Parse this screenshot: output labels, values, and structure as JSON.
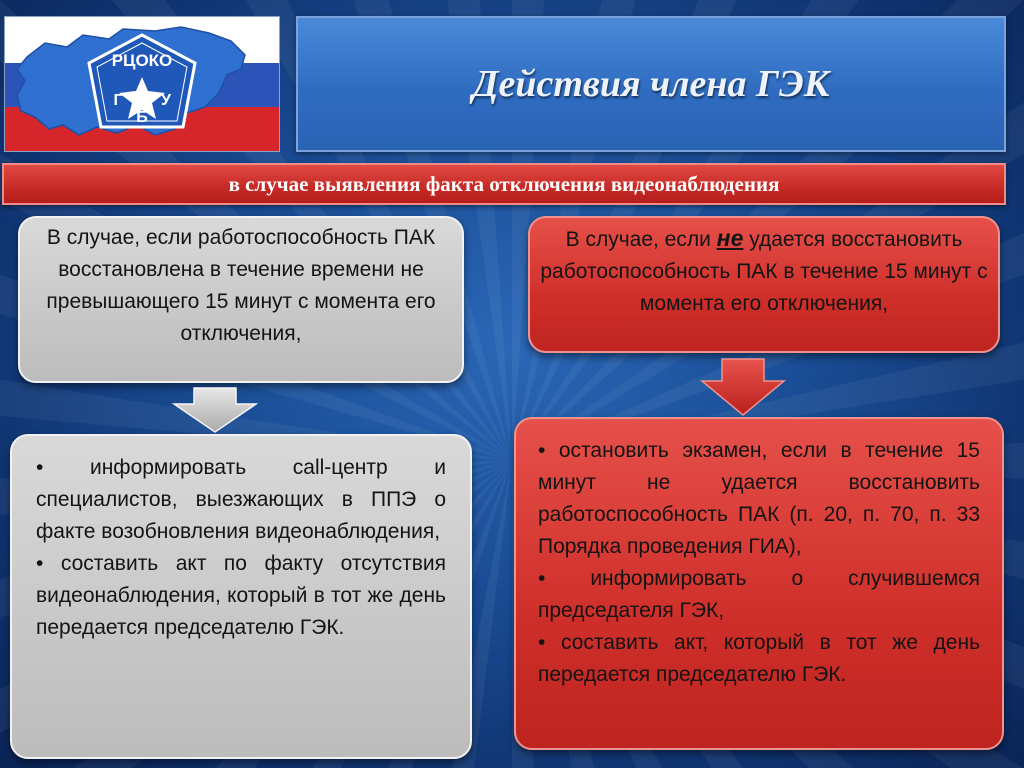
{
  "logo": {
    "text_top": "РЦОКО",
    "letters": [
      "Г",
      "У",
      "Б"
    ]
  },
  "header": {
    "title": "Действия члена ГЭК"
  },
  "banner": {
    "text": "в случае выявления факта отключения видеонаблюдения"
  },
  "left": {
    "condition": "В случае, если работоспособность ПАК восстановлена в течение времени не превышающего 15 минут с момента его отключения,",
    "actions": [
      "информировать call-центр и специалистов, выезжающих в ППЭ о факте возобновления видеонаблюдения,",
      "составить акт по факту отсутствия видеонаблюдения, который в тот же день передается председателю ГЭК."
    ]
  },
  "right": {
    "condition_before": "В случае, если ",
    "condition_emph": "не",
    "condition_after": " удается восстановить работоспособность ПАК в течение 15 минут с момента его отключения,",
    "actions": [
      "остановить экзамен, если в течение 15 минут не удается восстановить работоспособность ПАК (п. 20, п. 70, п. 33 Порядка проведения ГИА),",
      "информировать о случившемся председателя ГЭК,",
      "составить акт, который в тот же день передается председателю ГЭК."
    ]
  },
  "colors": {
    "background": "#1a4d95",
    "red": "#cf2f2a",
    "gray": "#c8c8c8",
    "title_blue": "#3a78cc"
  }
}
